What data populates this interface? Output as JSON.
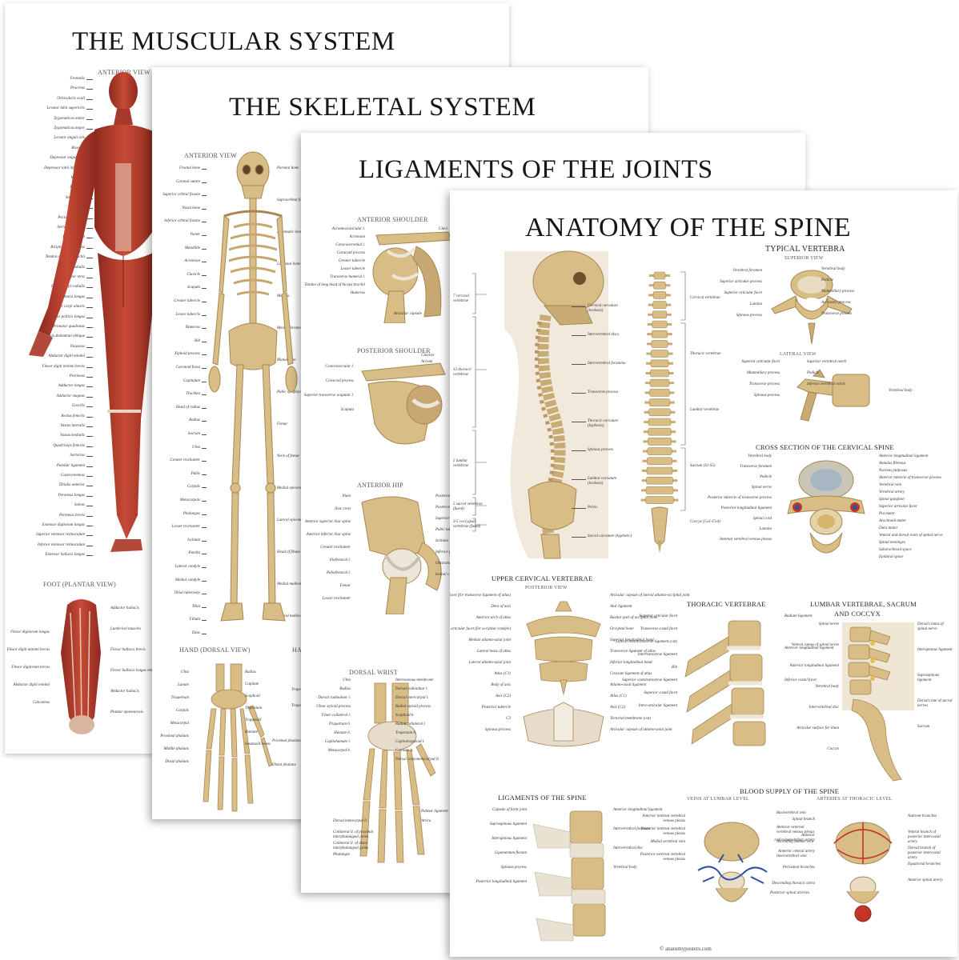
{
  "posters": {
    "muscular": {
      "title": "THE MUSCULAR SYSTEM",
      "sections": {
        "anterior": "ANTERIOR VIEW",
        "foot": "FOOT (PLANTAR VIEW)"
      },
      "labels_left": [
        "Frontalis",
        "Procerus",
        "Orbicularis oculi",
        "Levator labii superioris",
        "Zygomaticus minor",
        "Zygomaticus major",
        "Levator anguli oris",
        "Risorius",
        "Depressor anguli oris",
        "Depressor labii inferioris",
        "Mentalis",
        "Platysma",
        "Sternohyoid",
        "Deltoid",
        "Pectoralis major",
        "Serratus anterior",
        "Rectus sheath",
        "Bicipital aponeurosis",
        "Tendon of biceps brachii",
        "Brachioradialis",
        "Pronator teres",
        "Flexor carpi radialis",
        "Palmaris longus",
        "Flexor carpi ulnaris",
        "Flexor pollicis longus",
        "Pronator quadratus",
        "External abdominal oblique",
        "Iliopsoas",
        "Abductor digiti minimi",
        "Flexor digiti minimi brevis",
        "Pectineus",
        "Adductor longus",
        "Adductor magnus",
        "Gracilis",
        "Rectus femoris",
        "Vastus lateralis",
        "Vastus medialis",
        "Quadriceps femoris",
        "Sartorius",
        "Patellar ligament",
        "Gastrocnemius",
        "Tibialis anterior",
        "Peroneus longus",
        "Soleus",
        "Peroneus brevis",
        "Extensor digitorum longus",
        "Superior extensor retinaculum",
        "Inferior extensor retinaculum",
        "Extensor hallucis longus"
      ],
      "foot_labels_left": [
        "Flexor digitorum longus",
        "Flexor digiti minimi brevis",
        "Flexor digitorum brevis",
        "Abductor digiti minimi",
        "Calcaneus"
      ],
      "foot_labels_right": [
        "Adductor hallucis",
        "Lumbrical muscles",
        "Flexor hallucis brevis",
        "Flexor hallucis longus tendon",
        "Abductor hallucis",
        "Plantar aponeurosis"
      ]
    },
    "skeletal": {
      "title": "THE SKELETAL SYSTEM",
      "sections": {
        "anterior": "ANTERIOR VIEW",
        "hand": "HAND (DORSAL VIEW)",
        "hand2": "HA"
      },
      "labels_left": [
        "Frontal bone",
        "Coronal suture",
        "Superior orbital fissure",
        "Nasal bone",
        "Inferior orbital fissure",
        "Vomer",
        "Mandible",
        "Acromion",
        "Clavicle",
        "Scapula",
        "Greater tubercle",
        "Lesser tubercle",
        "Humerus",
        "Rib",
        "Xiphoid process",
        "Coronoid fossa",
        "Capitulum",
        "Trochlea",
        "Head of radius",
        "Radius",
        "Sacrum",
        "Ulna",
        "Greater trochanter",
        "Pubis",
        "Carpals",
        "Metacarpals",
        "Phalanges",
        "Lesser trochanter",
        "Ischium",
        "Patella",
        "Lateral condyle",
        "Medial condyle",
        "Tibial tuberosity",
        "Tibia",
        "Fibula",
        "Talus"
      ],
      "labels_right": [
        "Parietal bone",
        "Supraorbital foramen",
        "Zygomatic bone",
        "Lacrimal bone",
        "Maxilla",
        "Mental foramen",
        "Manubrium",
        "Pubic symphysis",
        "Femur",
        "Neck of femur",
        "Medial epicondyle",
        "Lateral epicondyle",
        "Head of fibula",
        "Medial malleolus",
        "Lateral malleolus"
      ],
      "hand_labels": [
        "Ulna",
        "Lunate",
        "Triquetrum",
        "Carpals",
        "Metacarpal",
        "Proximal phalanx",
        "Middle phalanx",
        "Distal phalanx",
        "Radius",
        "Capitate",
        "Scaphoid",
        "Trapezium",
        "Trapezoid",
        "Hamate",
        "Sesamoid bones",
        "Proximal phalanx",
        "Distal phalanx",
        "Trape",
        "Trapez"
      ]
    },
    "ligaments": {
      "title": "LIGAMENTS OF THE JOINTS",
      "sections": {
        "ant_shoulder": "ANTERIOR SHOULDER",
        "post_shoulder": "POSTERIOR SHOULDER",
        "ant_hip": "ANTERIOR HIP",
        "dorsal_wrist": "DORSAL WRIST"
      },
      "shoulder_labels": [
        "Acromioclavicular l.",
        "Acromion",
        "Coracoacromial l.",
        "Coracoid process",
        "Greater tubercle",
        "Lesser tubercle",
        "Transverse humeral l.",
        "Tendon of long head of biceps brachii",
        "Humerus",
        "Articular capsule",
        "Clavi"
      ],
      "post_labels": [
        "Costoclavicular l.",
        "Coracoid process",
        "Superior transverse scapular l.",
        "Scapula",
        "Clavicle",
        "Acromi"
      ],
      "hip_labels": [
        "Ilium",
        "Iliac crest",
        "Anterior superior iliac spine",
        "Anterior inferior iliac spine",
        "Greater trochanter",
        "Iliofemoral l.",
        "Pubofemoral l.",
        "Femur",
        "Lesser trochanter",
        "Posterior superior iliac spine",
        "Posterior inferior iliac spine",
        "Superior pubic ramus",
        "Pubic tubercle",
        "Ischium",
        "Inferior pubic ramus",
        "Obturator membrane",
        "Ischial s"
      ],
      "wrist_labels": [
        "Ulna",
        "Radius",
        "Dorsal radioulnar l.",
        "Ulnar styloid process",
        "Ulnar collateral l.",
        "Triquetrum b.",
        "Hamate b.",
        "Capitohamate l.",
        "Metacarpal b.",
        "Interosseous membrane",
        "Dorsal radioulnar l.",
        "Dorsal intercarpal l.",
        "Radial styloid process",
        "Scaphoid b.",
        "Radial collateral l.",
        "Trapezium b.",
        "Capitotrapezoid l.",
        "Capitate b.",
        "Dorsal carpometacarpal ll.",
        "Dorsal metacarpal ll.",
        "Collateral ll. of proximal interphalangeal joints",
        "Collateral ll. of distal interphalangeal joints",
        "Phalanges",
        "Palmar ligament",
        "Articu"
      ]
    },
    "spine": {
      "title": "ANATOMY OF THE SPINE",
      "sections": {
        "typical": "TYPICAL VERTEBRA",
        "superior": "SUPERIOR VIEW",
        "lateral": "LATERAL VIEW",
        "cervical": "CROSS SECTION OF THE CERVICAL SPINE",
        "upper_cervical": "UPPER CERVICAL VERTEBRAE",
        "posterior": "POSTERIOR VIEW",
        "thoracic": "THORACIC VERTEBRAE",
        "lumbar_l1": "LUMBAR VERTEBRAE, SACRUM",
        "lumbar_l2": "AND COCCYX",
        "ligaments": "LIGAMENTS OF THE SPINE",
        "blood": "BLOOD SUPPLY OF THE SPINE",
        "veins": "VEINS AT LUMBAR LEVEL",
        "arteries": "ARTERIES AT THORACIC LEVEL"
      },
      "brackets": [
        "7 cervical vertebrae",
        "12 thoracic vertebrae",
        "5 lumbar vertebrae",
        "5 sacral vertebrae (fused)",
        "3-5 coccygeal vertebrae (fused)"
      ],
      "side_labels": [
        "Cervical curvature (lordosis)",
        "Intervertebral discs",
        "Intervertebral foramina",
        "Transverse process",
        "Thoracic curvature (kyphosis)",
        "Spinous process",
        "Lumbar curvature (lordosis)",
        "Pelvis",
        "Sacral curvature (kyphotic)"
      ],
      "column_labels": [
        "Cervical vertebrae",
        "Thoracic vertebrae",
        "Lumbar vertebrae",
        "Sacrum (S1-S5)",
        "Coccyx (Co1-Co4)"
      ],
      "typical_labels": [
        "Vertebral foramen",
        "Superior articular process",
        "Superior articular facet",
        "Lamina",
        "Spinous process",
        "Vertebral body",
        "Pedicle",
        "Mammillary process",
        "Accessory process",
        "Transverse process"
      ],
      "lateral_labels": [
        "Superior articular facet",
        "Mammillary process",
        "Transverse process",
        "Spinous process",
        "Superior vertebral notch",
        "Pedicle",
        "Inferior vertebral notch",
        "Vertebral body"
      ],
      "cervical_labels": [
        "Vertebral body",
        "Transverse foramen",
        "Pedicle",
        "Spinal nerve",
        "Posterior tubercle of transverse process",
        "Posterior longitudinal ligament",
        "Spinal cord",
        "Lamina",
        "Internal vertebral venous plexus",
        "Anterior longitudinal ligament",
        "Annulus fibrosus",
        "Nucleus pulposus",
        "Anterior tubercle of transverse process",
        "Vertebral vein",
        "Vertebral artery",
        "Spinal ganglion",
        "Superior articular facet",
        "Pia mater",
        "Arachnoid mater",
        "Dura mater",
        "Ventral and dorsal roots of spinal nerve",
        "Spinal meninges",
        "Subarachnoid space",
        "Epidural space"
      ],
      "upper_labels": [
        "Posterior articular facet (for transverse ligament of atlas)",
        "Dens of axis",
        "Anterior arch of atlas",
        "Superior articular facet (for occipital condyle)",
        "Median atlanto-axial joint",
        "Lateral mass of atlas",
        "Lateral atlanto-axial joint",
        "Atlas (C1)",
        "Body of axis",
        "Axis (C2)",
        "Posterior tubercle",
        "C3",
        "Spinous process",
        "Articular capsule of lateral atlanto-occipital joint",
        "Alar ligament",
        "Basilar part of occipital bone",
        "Occipital bone",
        "Superior longitudinal band",
        "Transverse ligament of atlas",
        "Inferior longitudinal band",
        "Cruciate ligament of atlas",
        "Atlanto-axial ligament",
        "Atlas (C1)",
        "Axis (C2)",
        "Tectorial membrane (cut)",
        "Articular capsule of atlanto-axial joint"
      ],
      "thoracic_labels": [
        "Superior articular facet",
        "Transverse costal facet",
        "Lateral costotransverse ligament (cut)",
        "Intertransverse ligament",
        "Rib",
        "Superior costotransverse ligament",
        "Superior costal facet",
        "Intra-articular ligament",
        "Radiate ligament",
        "Anterior longitudinal ligament",
        "Inferior costal facet"
      ],
      "lumbar_labels": [
        "Spinal nerve",
        "Ventral ramus of spinal nerve",
        "Anterior longitudinal ligament",
        "Vertebral body",
        "Intervertebral disc",
        "Articular surface for ilium",
        "Coccyx",
        "Dorsal ramus of spinal nerve",
        "Interspinous ligament",
        "Supraspinous ligament",
        "Dorsal rami of sacral nerves",
        "Sacrum"
      ],
      "ligament_labels": [
        "Capsule of facet joint",
        "Supraspinous ligament",
        "Interspinous ligament",
        "Ligamentum flavum",
        "Spinous process",
        "Posterior longitudinal ligament",
        "Anterior longitudinal ligament",
        "Intervertebral foramen",
        "Intervertebral disc",
        "Vertebral body"
      ],
      "blood_labels": [
        "Anterior internal vertebral venous plexus",
        "Posterior internal vertebral venous plexus",
        "Medial vertebral vein",
        "Posterior external vertebral venous plexus",
        "Basivertebral vein",
        "Anterior external vertebral venous plexus",
        "Ascending lumbar vein",
        "Intervertebral vein",
        "Posterior spinal arteries",
        "Spinal branch",
        "Anterior radiculomedullary artery",
        "Anterior central artery",
        "Periosteal branches",
        "Descending thoracic aorta",
        "Nutrient branches",
        "Ventral branch of posterior intercostal artery",
        "Dorsal branch of posterior intercostal artery",
        "Equatorial branches",
        "Anterior spinal artery"
      ],
      "copyright": "© anatomyposters.com"
    }
  },
  "colors": {
    "muscle_red": "#b83a2a",
    "bone": "#d8bd86",
    "bone_dark": "#a88752",
    "ligament": "#e9e2d2",
    "vein_blue": "#2f4fa8",
    "artery_red": "#c23528"
  }
}
